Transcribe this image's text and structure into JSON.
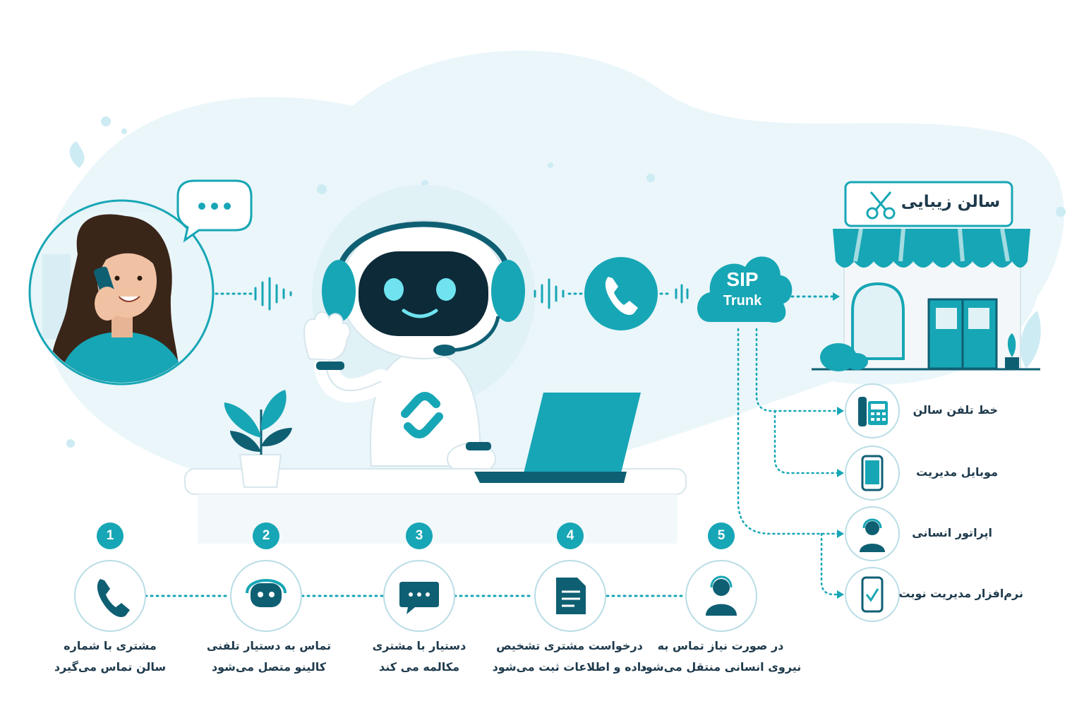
{
  "sip": {
    "line1": "SIP",
    "line2": "Trunk"
  },
  "salon": {
    "sign": "سالن زیبایی",
    "sign_icon": "scissors-icon"
  },
  "channels": [
    {
      "label": "خط تلفن سالن",
      "icon": "desk-phone-icon"
    },
    {
      "label": "موبایل مدیریت",
      "icon": "mobile-icon"
    },
    {
      "label": "اپراتور انسانی",
      "icon": "operator-icon"
    },
    {
      "label": "نرم‌افزار مدیریت نوبت",
      "icon": "booking-app-icon"
    }
  ],
  "steps": [
    {
      "num": "1",
      "line1": "مشتری با شماره",
      "line2": "سالن تماس می‌گیرد",
      "icon": "phone-icon"
    },
    {
      "num": "2",
      "line1": "تماس به دستیار تلفنی",
      "line2": "کالینو متصل می‌شود",
      "icon": "robot-headset-icon"
    },
    {
      "num": "3",
      "line1": "دستیار با مشتری",
      "line2": "مکالمه می کند",
      "icon": "chat-icon"
    },
    {
      "num": "4",
      "line1": "درخواست مشتری تشخیص",
      "line2": "داده و اطلاعات ثبت می‌شود",
      "icon": "document-icon"
    },
    {
      "num": "5",
      "line1": "در صورت نیاز تماس به",
      "line2": "نیروی انسانی منتقل می‌شود",
      "icon": "operator-icon"
    }
  ],
  "colors": {
    "primary": "#17a6b5",
    "dark": "#0f5f73",
    "text": "#1e3a4c",
    "bg_blob": "#eaf6fa"
  }
}
